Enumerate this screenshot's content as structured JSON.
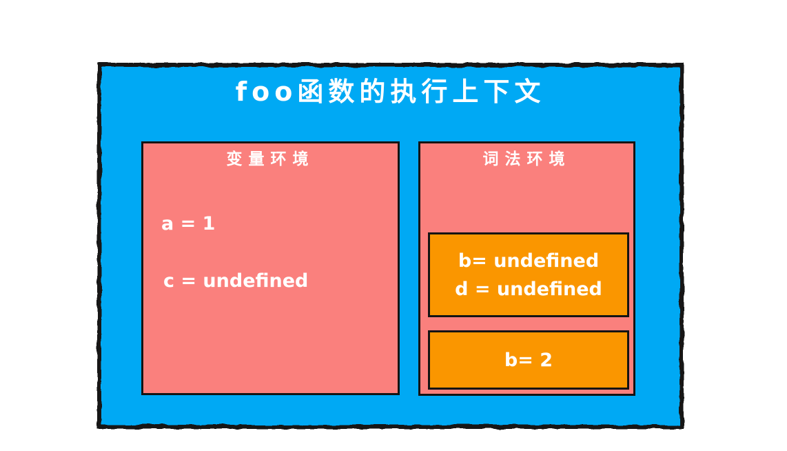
{
  "diagram": {
    "title": "foo函数的执行上下文",
    "variable_env": {
      "title": "变量环境",
      "entries": [
        "a = 1",
        "c = undefined"
      ]
    },
    "lexical_env": {
      "title": "词法环境",
      "blocks": [
        {
          "lines": [
            "b= undefined",
            "d = undefined"
          ]
        },
        {
          "lines": [
            "b= 2"
          ]
        }
      ]
    },
    "colors": {
      "container_bg": "#00A9F4",
      "env_box_bg": "#FA807D",
      "scope_box_bg": "#FA9600",
      "border_ink": "#141414",
      "text": "#FFFFFF"
    }
  }
}
